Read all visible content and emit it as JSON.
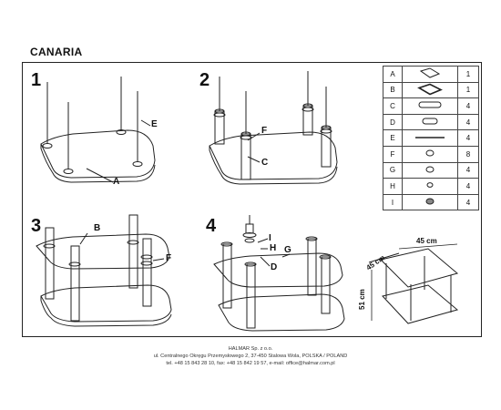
{
  "title": "CANARIA",
  "steps": [
    {
      "number": "1",
      "labels": [
        "E",
        "A"
      ]
    },
    {
      "number": "2",
      "labels": [
        "F",
        "C"
      ]
    },
    {
      "number": "3",
      "labels": [
        "B",
        "F"
      ]
    },
    {
      "number": "4",
      "labels": [
        "I",
        "H",
        "G",
        "D"
      ]
    }
  ],
  "parts": [
    {
      "letter": "A",
      "qty": "1",
      "icon": "top-glass-shelf-icon"
    },
    {
      "letter": "B",
      "qty": "1",
      "icon": "lower-glass-shelf-icon"
    },
    {
      "letter": "C",
      "qty": "4",
      "icon": "leg-tube-icon"
    },
    {
      "letter": "D",
      "qty": "4",
      "icon": "short-tube-icon"
    },
    {
      "letter": "E",
      "qty": "4",
      "icon": "threaded-rod-icon"
    },
    {
      "letter": "F",
      "qty": "8",
      "icon": "rubber-washer-icon"
    },
    {
      "letter": "G",
      "qty": "4",
      "icon": "support-disc-icon"
    },
    {
      "letter": "H",
      "qty": "4",
      "icon": "small-washer-icon"
    },
    {
      "letter": "I",
      "qty": "4",
      "icon": "cap-nut-icon"
    }
  ],
  "dimensions": {
    "width": "45 cm",
    "depth": "45 cm",
    "height": "51 cm"
  },
  "footer": {
    "company": "HALMAR Sp. z o.o.",
    "address": "ul. Centralnego Okręgu Przemysłowego 2, 37-450 Stalowa Wola, POLSKA / POLAND",
    "contact": "tel. +48 15 843 28 10, fax: +48 15 842 19 57, e-mail: office@halmar.com.pl"
  }
}
